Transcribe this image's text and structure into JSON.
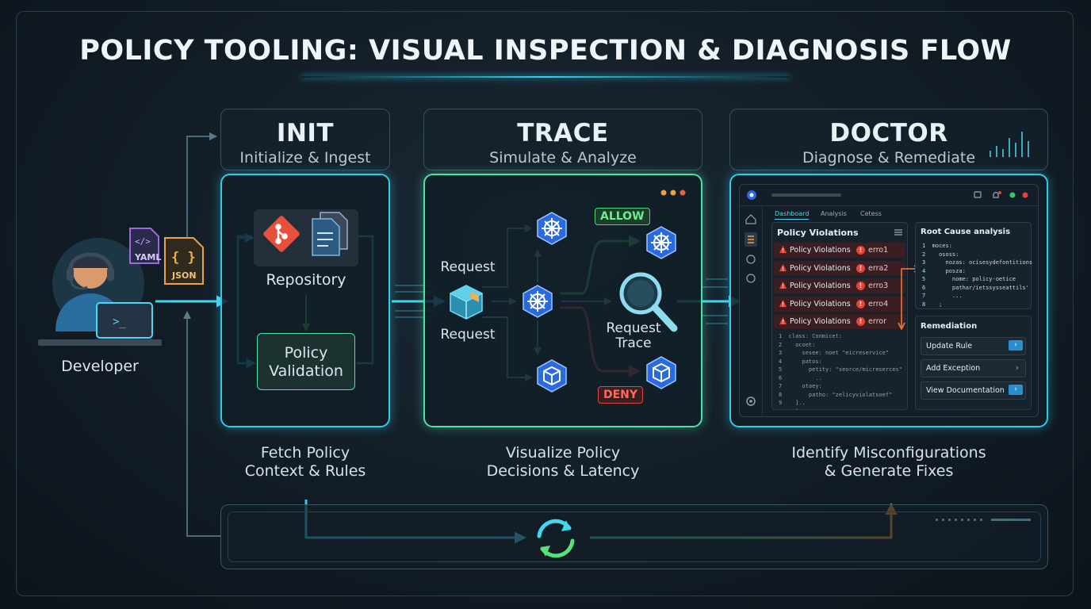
{
  "title": "POLICY TOOLING: VISUAL INSPECTION & DIAGNOSIS FLOW",
  "developer": {
    "label": "Developer",
    "files": [
      "YAML",
      "JSON"
    ]
  },
  "stages": [
    {
      "name": "INIT",
      "subtitle": "Initialize & Ingest",
      "caption_line1": "Fetch Policy",
      "caption_line2": "Context & Rules"
    },
    {
      "name": "TRACE",
      "subtitle": "Simulate & Analyze",
      "caption_line1": "Visualize Policy",
      "caption_line2": "Decisions & Latency"
    },
    {
      "name": "DOCTOR",
      "subtitle": "Diagnose & Remediate",
      "caption_line1": "Identify Misconfigurations",
      "caption_line2": "& Generate Fixes"
    }
  ],
  "init": {
    "repository": "Repository",
    "validation_line1": "Policy",
    "validation_line2": "Validation"
  },
  "trace": {
    "request_top": "Request",
    "request_bottom": "Request",
    "allow": "ALLOW",
    "deny": "DENY",
    "trace_line1": "Request",
    "trace_line2": "Trace"
  },
  "doctor": {
    "tabs": [
      "Dashboard",
      "Analysis",
      "Cetess"
    ],
    "violations_title": "Policy Violations",
    "violations": [
      {
        "label": "Policy Violations",
        "code": "erro1"
      },
      {
        "label": "Policy Violations",
        "code": "erra2"
      },
      {
        "label": "Policy Violations",
        "code": "erro3"
      },
      {
        "label": "Policy Violations",
        "code": "erro4"
      },
      {
        "label": "Policy Violations",
        "code": "error"
      }
    ],
    "violations_code": "1  class: Conmicet:\n2    ocoet:\n3      sesee: noet \"eicreservice\"\n4      patos:\n5        petity: \"seorce/micreserces\"\n6          ..\n7      otaey:\n8        patho: \"zelicyviolatsoef\"\n9    ]..\n     `",
    "root_cause_title": "Root Cause analysis",
    "root_cause_code": "1  moces:\n2    ososs:\n3      nozas: ocisesydefontitions\n4      posza:\n5        nome: policy-oetice\n6        pathar/ietssysseattils'\n7        ...\n8    ;",
    "remediation_title": "Remediation",
    "remediation_buttons": [
      "Update Rule",
      "Add Exception",
      "View Documentation"
    ]
  },
  "colors": {
    "cyan": "#33cbe6",
    "green": "#4fe0a6",
    "allow": "#4fd673",
    "deny": "#e04a3c",
    "loop_start": "#33cbe6",
    "loop_end": "#f0a040"
  }
}
